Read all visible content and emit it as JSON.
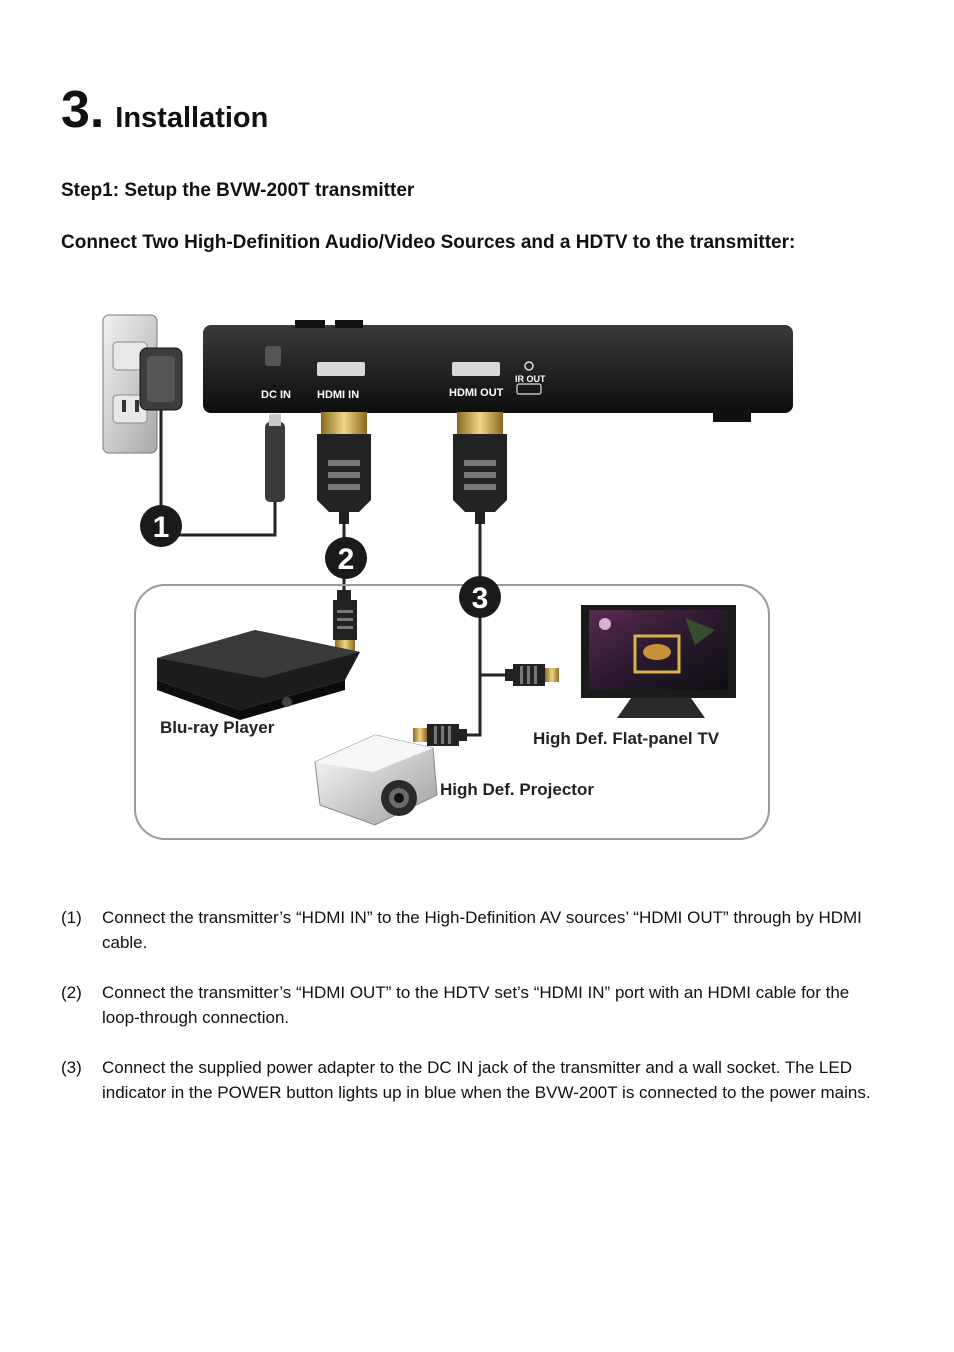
{
  "section": {
    "number": "3.",
    "title": "Installation"
  },
  "step_title": "Step1: Setup the BVW-200T transmitter",
  "connect_title": "Connect Two High-Definition Audio/Video Sources and a HDTV to the transmitter:",
  "figure": {
    "ports": {
      "dc_in": "DC IN",
      "hdmi_in": "HDMI IN",
      "hdmi_out": "HDMI OUT",
      "ir_out": "IR OUT"
    },
    "badges": [
      "1",
      "2",
      "3"
    ],
    "devices": {
      "bluray": "Blu-ray Player",
      "tv": "High Def. Flat-panel TV",
      "projector": "High Def. Projector"
    },
    "colors": {
      "device_body": "#1a1a1a",
      "panel_border": "#9a9a9a",
      "badge": "#1a1a1a"
    }
  },
  "instructions": [
    {
      "index": "(1)",
      "text": "Connect the transmitter’s “HDMI IN” to the High-Definition AV sources’ “HDMI OUT” through by HDMI cable."
    },
    {
      "index": "(2)",
      "text": "Connect the transmitter’s “HDMI OUT” to the HDTV set’s “HDMI IN” port with an HDMI cable for the loop-through connection."
    },
    {
      "index": "(3)",
      "text": "Connect the supplied power adapter to the DC IN jack of the transmitter and a wall socket. The LED indicator in the POWER button lights up in blue when the BVW-200T is connected to the power mains."
    }
  ]
}
